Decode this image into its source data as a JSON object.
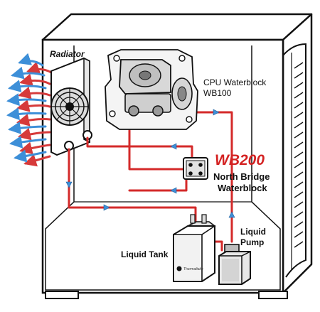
{
  "labels": {
    "radiator": "Radiator",
    "cpu_line1": "CPU Waterblock",
    "cpu_line2": "WB100",
    "model": "WB200",
    "nb_line1": "North Bridge",
    "nb_line2": "Waterblock",
    "pump_line1": "Liquid",
    "pump_line2": "Pump",
    "tank": "Liquid Tank",
    "tank_brand": "Thermaltake"
  },
  "colors": {
    "tube": "#d42a2a",
    "flow_arrow": "#3f8fd6",
    "hot_air": "#d63a3a",
    "cool_air": "#3d8fd8",
    "model_text": "#d42222",
    "outline": "#111111"
  }
}
